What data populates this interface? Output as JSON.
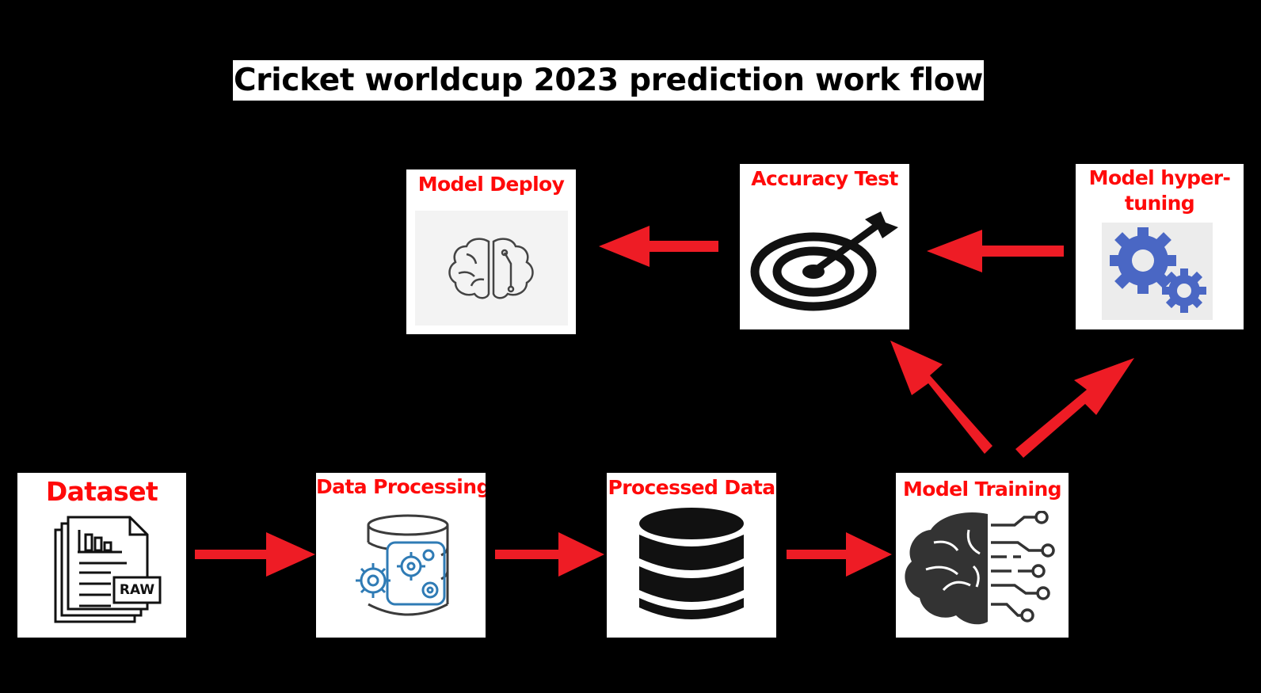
{
  "title": "Cricket worldcup 2023 prediction work flow",
  "nodes": {
    "dataset": "Dataset",
    "processing": "Data Processing",
    "processed": "Processed Data",
    "training": "Model Training",
    "accuracy": "Accuracy Test",
    "hypertuning_line1": "Model hyper-",
    "hypertuning_line2": "tuning",
    "deploy": "Model Deploy"
  },
  "raw_badge": "RAW",
  "colors": {
    "label": "#ff0a0a",
    "arrow": "#ee1c25",
    "gear": "#4a67c4",
    "icon_dark": "#2b2b2b",
    "icon_blue": "#2f7bb5"
  },
  "icons": {
    "dataset": "raw-document-icon",
    "processing": "database-gears-icon",
    "processed": "database-icon",
    "training": "ai-brain-circuit-icon",
    "accuracy": "target-arrow-icon",
    "hypertuning": "gears-icon",
    "deploy": "brain-outline-icon"
  }
}
